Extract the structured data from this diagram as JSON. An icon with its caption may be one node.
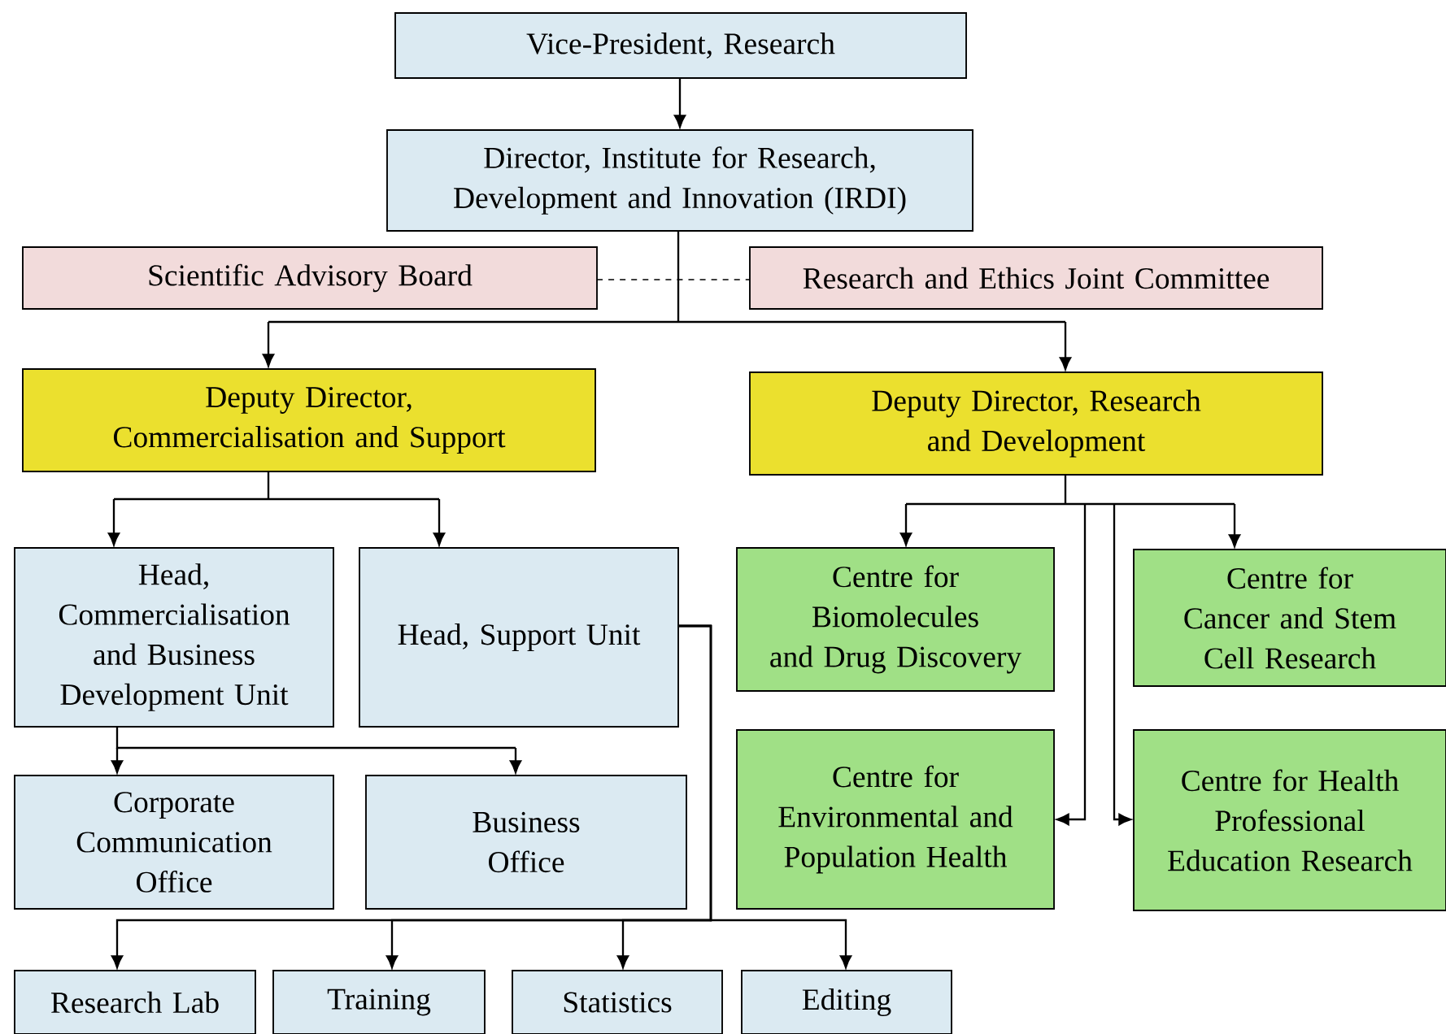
{
  "diagram": {
    "nodes": [
      {
        "text": [
          "Vice-President, Research"
        ]
      },
      {
        "text": [
          "Director, Institute for Research, Development and Innovation (IRDI)"
        ]
      },
      {
        "text": [
          "Scientific Advisory Board"
        ]
      },
      {
        "text": [
          "Research and Ethics Joint Committee"
        ]
      },
      {
        "text": [
          "Deputy Director, Commercialisation and Support"
        ]
      },
      {
        "text": [
          "Deputy Director, Research and Development"
        ]
      },
      {
        "text": [
          "Head, Commercialisation and Business Development Unit"
        ]
      },
      {
        "text": [
          "Head, Support Unit"
        ]
      },
      {
        "text": [
          "Centre for Biomolecules and Drug Discovery"
        ]
      },
      {
        "text": [
          "Centre for Cancer and Stem Cell Research"
        ]
      },
      {
        "text": [
          "Centre for Environmental and Population Health"
        ]
      },
      {
        "text": [
          "Centre for Health Professional Education Research"
        ]
      },
      {
        "text": [
          "Corporate Communication Office"
        ]
      },
      {
        "text": [
          "Business Office"
        ]
      },
      {
        "text": [
          "Research Lab"
        ]
      },
      {
        "text": [
          "Training"
        ]
      },
      {
        "text": [
          "Statistics"
        ]
      },
      {
        "text": [
          "Editing"
        ]
      }
    ],
    "edges": [
      {
        "from": 0,
        "to": 1,
        "arrow": "to"
      },
      {
        "from": 2,
        "to": 3,
        "arrow": "none",
        "style": "dashed"
      },
      {
        "from": 1,
        "to": 4,
        "arrow": "to"
      },
      {
        "from": 1,
        "to": 5,
        "arrow": "to"
      },
      {
        "from": 4,
        "to": 6,
        "arrow": "to"
      },
      {
        "from": 4,
        "to": 7,
        "arrow": "to"
      },
      {
        "from": 5,
        "to": 8,
        "arrow": "to"
      },
      {
        "from": 5,
        "to": 9,
        "arrow": "to"
      },
      {
        "from": 5,
        "to": 10,
        "arrow": "to"
      },
      {
        "from": 5,
        "to": 11,
        "arrow": "to"
      },
      {
        "from": 6,
        "to": 12,
        "arrow": "to"
      },
      {
        "from": 6,
        "to": 13,
        "arrow": "to"
      },
      {
        "from": 7,
        "to": 14,
        "arrow": "to"
      },
      {
        "from": 7,
        "to": 15,
        "arrow": "to"
      },
      {
        "from": 7,
        "to": 16,
        "arrow": "to"
      },
      {
        "from": 7,
        "to": 17,
        "arrow": "to"
      }
    ]
  }
}
